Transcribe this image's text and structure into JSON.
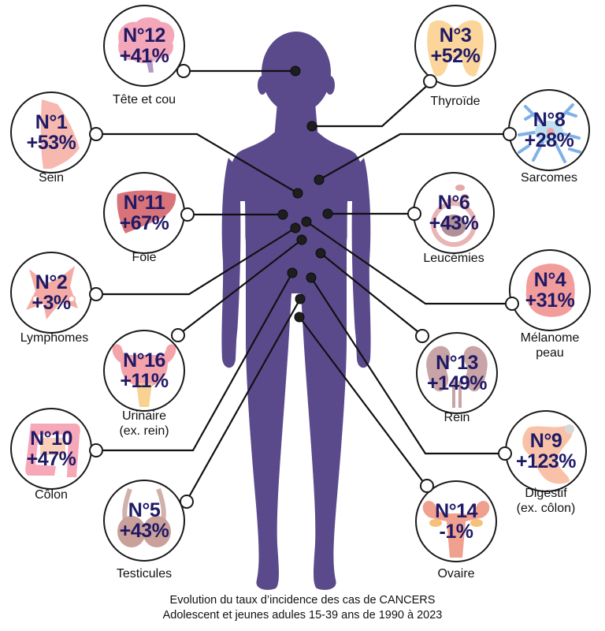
{
  "title_line1": "Evolution du taux d’incidence des cas de CANCERS",
  "title_line2": "Adolescent et jeunes adules 15-39 ans de 1990 à 2023",
  "colors": {
    "body": "#5a4a8c",
    "text_dark": "#1f1a66",
    "line": "#111111",
    "dot": "#1e1e1e"
  },
  "cancers": [
    {
      "id": "tete-cou",
      "rank": "N°12",
      "pct": "+41%",
      "label": "Tête et cou",
      "icon": "brain-icon"
    },
    {
      "id": "thyroide",
      "rank": "N°3",
      "pct": "+52%",
      "label": "Thyroïde",
      "icon": "thyroid-icon"
    },
    {
      "id": "sein",
      "rank": "N°1",
      "pct": "+53%",
      "label": "Sein",
      "icon": "breast-icon"
    },
    {
      "id": "sarcomes",
      "rank": "N°8",
      "pct": "+28%",
      "label": "Sarcomes",
      "icon": "cell-icon"
    },
    {
      "id": "foie",
      "rank": "N°11",
      "pct": "+67%",
      "label": "Foie",
      "icon": "liver-icon"
    },
    {
      "id": "leucemies",
      "rank": "N°6",
      "pct": "+43%",
      "label": "Leucémies",
      "icon": "blood-cells-icon"
    },
    {
      "id": "lymphomes",
      "rank": "N°2",
      "pct": "+3%",
      "label": "Lymphomes",
      "icon": "lymph-icon"
    },
    {
      "id": "melanome",
      "rank": "N°4",
      "pct": "+31%",
      "label": "Mélanome",
      "label2": "peau",
      "icon": "skin-icon"
    },
    {
      "id": "urinaire",
      "rank": "N°16",
      "pct": "+11%",
      "label": "Urinaire",
      "label2": "(ex. rein)",
      "icon": "bladder-icon"
    },
    {
      "id": "rein",
      "rank": "N°13",
      "pct": "+149%",
      "label": "Rein",
      "icon": "kidney-icon"
    },
    {
      "id": "colon",
      "rank": "N°10",
      "pct": "+47%",
      "label": "Côlon",
      "icon": "colon-icon"
    },
    {
      "id": "digestif",
      "rank": "N°9",
      "pct": "+123%",
      "label": "Digestif",
      "label2": "(ex. côlon)",
      "icon": "stomach-icon"
    },
    {
      "id": "testicules",
      "rank": "N°5",
      "pct": "+43%",
      "label": "Testicules",
      "icon": "testicles-icon"
    },
    {
      "id": "ovaire",
      "rank": "N°14",
      "pct": "-1%",
      "label": "Ovaire",
      "icon": "uterus-icon"
    }
  ],
  "chart_data": {
    "type": "table",
    "title": "Evolution du taux d’incidence des cas de CANCERS — Adolescent et jeunes adules 15-39 ans de 1990 à 2023",
    "columns": [
      "rank",
      "cancer",
      "change_pct"
    ],
    "rows": [
      [
        1,
        "Sein",
        53
      ],
      [
        2,
        "Lymphomes",
        3
      ],
      [
        3,
        "Thyroïde",
        52
      ],
      [
        4,
        "Mélanome peau",
        31
      ],
      [
        5,
        "Testicules",
        43
      ],
      [
        6,
        "Leucémies",
        43
      ],
      [
        8,
        "Sarcomes",
        28
      ],
      [
        9,
        "Digestif (ex. côlon)",
        123
      ],
      [
        10,
        "Côlon",
        47
      ],
      [
        11,
        "Foie",
        67
      ],
      [
        12,
        "Tête et cou",
        41
      ],
      [
        13,
        "Rein",
        149
      ],
      [
        14,
        "Ovaire",
        -1
      ],
      [
        16,
        "Urinaire (ex. rein)",
        11
      ]
    ]
  }
}
